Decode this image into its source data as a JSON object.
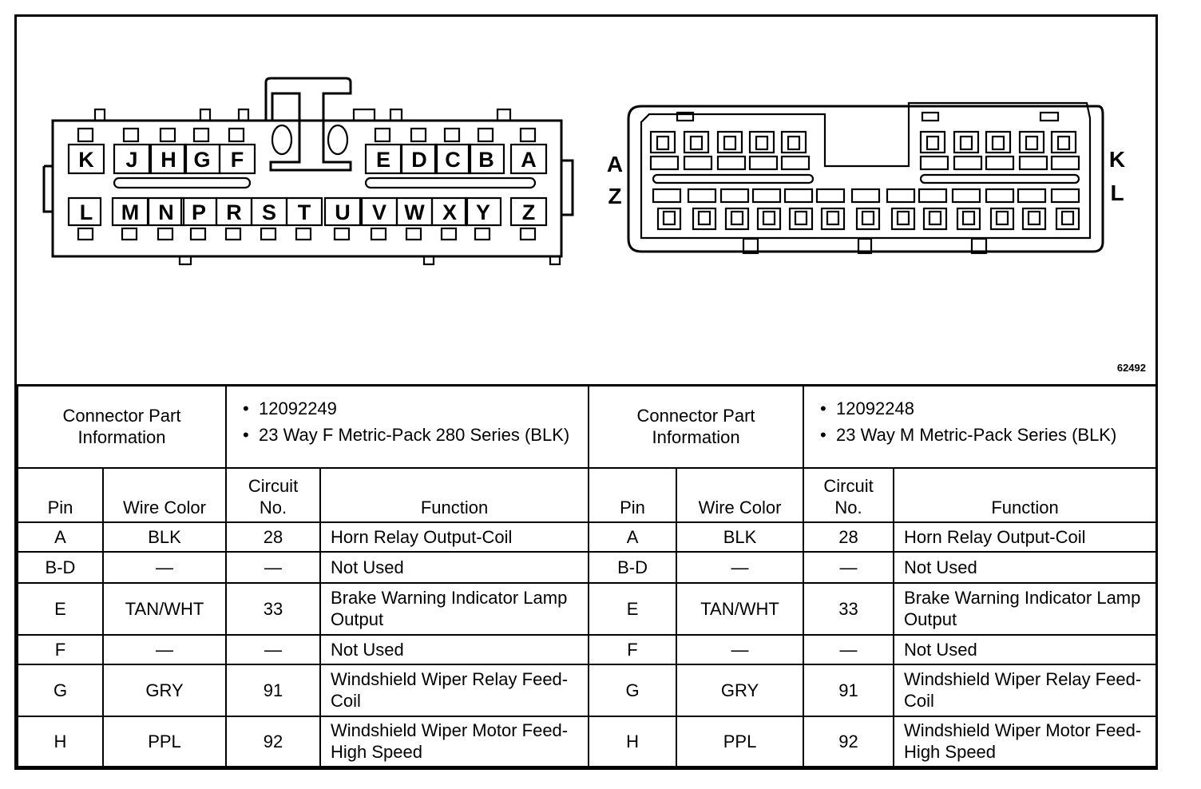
{
  "figure_id": "62492",
  "left_connector": {
    "top_row": [
      "K",
      "J",
      "H",
      "G",
      "F",
      "E",
      "D",
      "C",
      "B",
      "A"
    ],
    "bottom_row": [
      "L",
      "M",
      "N",
      "P",
      "R",
      "S",
      "T",
      "U",
      "V",
      "W",
      "X",
      "Y",
      "Z"
    ]
  },
  "right_connector": {
    "side_labels": [
      "A",
      "Z",
      "K",
      "L"
    ]
  },
  "tables": [
    {
      "part_info_label": "Connector Part Information",
      "part_info": [
        "12092249",
        "23 Way F Metric-Pack 280 Series (BLK)"
      ],
      "headers": {
        "pin": "Pin",
        "wire": "Wire Color",
        "circuit": "Circuit No.",
        "function": "Function"
      },
      "rows": [
        {
          "pin": "A",
          "wire": "BLK",
          "circuit": "28",
          "function": "Horn Relay Output-Coil"
        },
        {
          "pin": "B-D",
          "wire": "—",
          "circuit": "—",
          "function": "Not Used"
        },
        {
          "pin": "E",
          "wire": "TAN/WHT",
          "circuit": "33",
          "function": "Brake Warning Indicator Lamp Output"
        },
        {
          "pin": "F",
          "wire": "—",
          "circuit": "—",
          "function": "Not Used"
        },
        {
          "pin": "G",
          "wire": "GRY",
          "circuit": "91",
          "function": "Windshield Wiper Relay Feed-Coil"
        },
        {
          "pin": "H",
          "wire": "PPL",
          "circuit": "92",
          "function": "Windshield Wiper Motor Feed-High Speed"
        }
      ]
    },
    {
      "part_info_label": "Connector Part Information",
      "part_info": [
        "12092248",
        "23 Way M Metric-Pack Series (BLK)"
      ],
      "headers": {
        "pin": "Pin",
        "wire": "Wire Color",
        "circuit": "Circuit No.",
        "function": "Function"
      },
      "rows": [
        {
          "pin": "A",
          "wire": "BLK",
          "circuit": "28",
          "function": "Horn Relay Output-Coil"
        },
        {
          "pin": "B-D",
          "wire": "—",
          "circuit": "—",
          "function": "Not Used"
        },
        {
          "pin": "E",
          "wire": "TAN/WHT",
          "circuit": "33",
          "function": "Brake Warning Indicator Lamp Output"
        },
        {
          "pin": "F",
          "wire": "—",
          "circuit": "—",
          "function": "Not Used"
        },
        {
          "pin": "G",
          "wire": "GRY",
          "circuit": "91",
          "function": "Windshield Wiper Relay Feed-Coil"
        },
        {
          "pin": "H",
          "wire": "PPL",
          "circuit": "92",
          "function": "Windshield Wiper Motor Feed-High Speed"
        }
      ]
    }
  ]
}
